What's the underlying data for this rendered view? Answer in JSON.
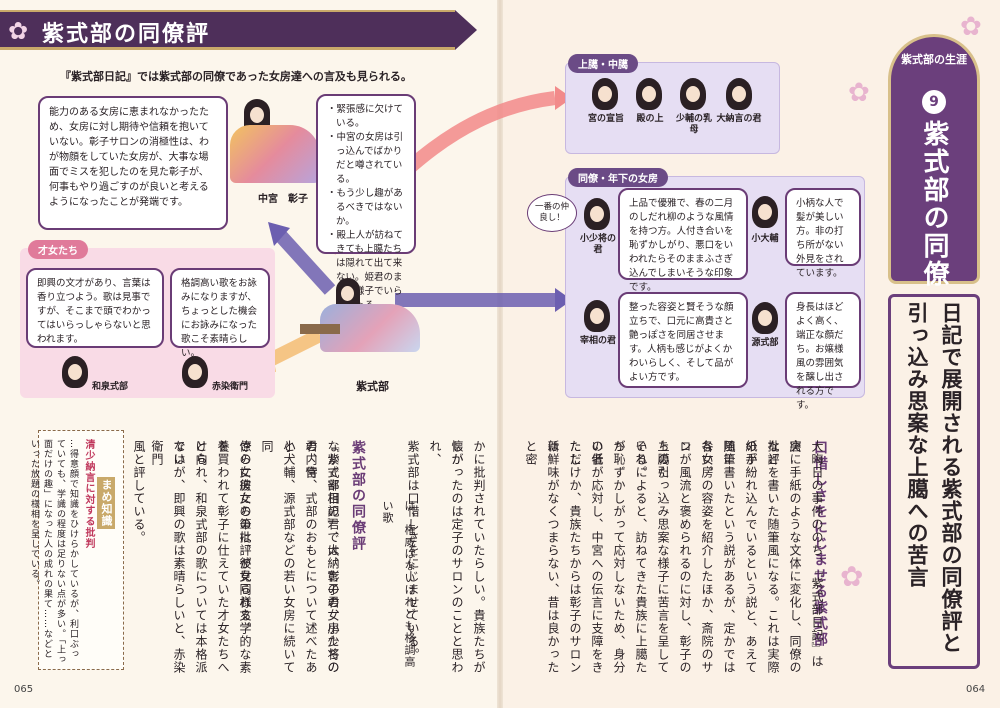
{
  "header": {
    "title": "紫式部の同僚評"
  },
  "intro": "『紫式部日記』では紫式部の同僚であった女房達への言及も見られる。",
  "shoshi_bubble": "能力のある女房に恵まれなかったため、女房に対し期待や信頼を抱いていない。彰子サロンの消極性は、わが物顔をしていた女房が、大事な場面でミスを犯したのを見た彰子が、何事もやり過ごすのが良いと考えるようになったことが発端です。",
  "court_bubble": [
    "緊張感に欠けている。",
    "中宮の女房は引っ込んでばかりだと噂されている。",
    "もう少し趣があるべきではないか。",
    "殿上人が訪ねてきても上臈たちは隠れて出て来ない。姫君のままの様子でいらっしゃる。"
  ],
  "shoshi_label": "中宮　彰子",
  "saijo": {
    "tag": "才女たち",
    "izumi_text": "即興の文才があり、言葉は香り立つよう。歌は見事ですが、そこまで頭でわかってはいらっしゃらないと思われます。",
    "akazome_text": "格調高い歌をお詠みになりますが、ちょっとした機会にお詠みになった歌こそ素晴らしい。",
    "izumi_name": "和泉式部",
    "akazome_name": "赤染衛門"
  },
  "murasaki_label": "紫式部",
  "jorou": {
    "tag": "上臈・中臈",
    "names": [
      "宮の宣旨",
      "殿の上",
      "少輔の乳母",
      "大納言の君"
    ]
  },
  "doryo": {
    "tag": "同僚・年下の女房",
    "friend_note": "一番の仲良し！",
    "koshosho_name": "小少将の君",
    "koshosho_text": "上品で優雅で、春の二月のしだれ柳のような風情を持つ方。人付き合いを恥ずかしがり、悪口をいわれたらそのままふさぎ込んでしまいそうな印象です。",
    "otayu_name": "小大輔",
    "otayu_text": "小柄な人で髪が美しい方。非の打ち所がない外見をされています。",
    "saisho_name": "宰相の君",
    "saisho_text": "整った容姿と賢そうな顔立ちで、口元に高貴さと艶っぽさを同居させます。人柄も感じがよくかわいらしく、そして品がよい方です。",
    "genshikibu_name": "源式部",
    "genshikibu_text": "身長はほどよく高く、端正な顔だち。お嬢様風の雰囲気を醸し出される方です。"
  },
  "mame": {
    "head": "まめ知識",
    "title": "清少納言に対する批判",
    "text": "…得意顔で知識をひけらかしているが、利口ぶっていても、学識の程度は足りない点が多い。「上っ面だけの趣」になった人の成れの果て……などといった放題の様相を呈している。"
  },
  "left_section_title": "紫式部の同僚評",
  "left_columns": [
    "『紫式部日記』では、彰子の女房たちの",
    "なかで宰相の君、大納言の君、小少将の君、宮",
    "の内侍、式部のおもとについて述べたあと、",
    "小大輔、源式部などの若い女房に続いて同",
    "僚の女房たちの批評が見られる。",
    "さらに彼女の筆は、彼女同様文学的な素養",
    "を買われて彰子に仕えていた才女たちへと向",
    "けられ、和泉式部の歌については本格派では",
    "ないが、即興の歌は素晴らしいと、赤染衛門",
    "風と評している。"
  ],
  "left_extra_columns": [
    "は、権威はないけれども格調高い歌",
    "かに批判されていたらしい。貴族たちが懐か",
    "しがったのは定子のサロンのことと思われ、",
    "紫式部は口惜しさをにじませている。"
  ],
  "right_section_title": "口惜しさをにじませる紫式部",
  "right_columns": [
    "大晦日の事件ののち、『紫式部日記』は唐",
    "突に手紙のような文体に変化し、同僚の批評",
    "などを書いた随筆風になる。これは実際の手",
    "紙が紛れ込んでいるという説と、あえて随筆",
    "風に書いたという説があるが、定かではない。",
    "各女房の容姿を紹介したほか、斎院のサロ",
    "ンが風流と褒められるのに対し、彰子の上臈た",
    "ちの引っ込み思案な様子に苦言を呈している。",
    "それによると、訪ねてきた貴族に上臈たち",
    "が恥ずかしがって応対しないため、身分の低",
    "い者が応対し、中宮への伝言に支障をきたし",
    "ただけか、貴族たちからは彰子のサロンは",
    "新鮮味がなくつまらない、昔は良かったと密"
  ],
  "side": {
    "series": "紫式部の生涯",
    "number": "9",
    "chapter_title": "紫式部の同僚",
    "main_title_1": "日記で展開される紫式部の同僚評と",
    "main_title_2": "引っ込み思案な上臈への苦言"
  },
  "page_left": "065",
  "page_right": "064"
}
